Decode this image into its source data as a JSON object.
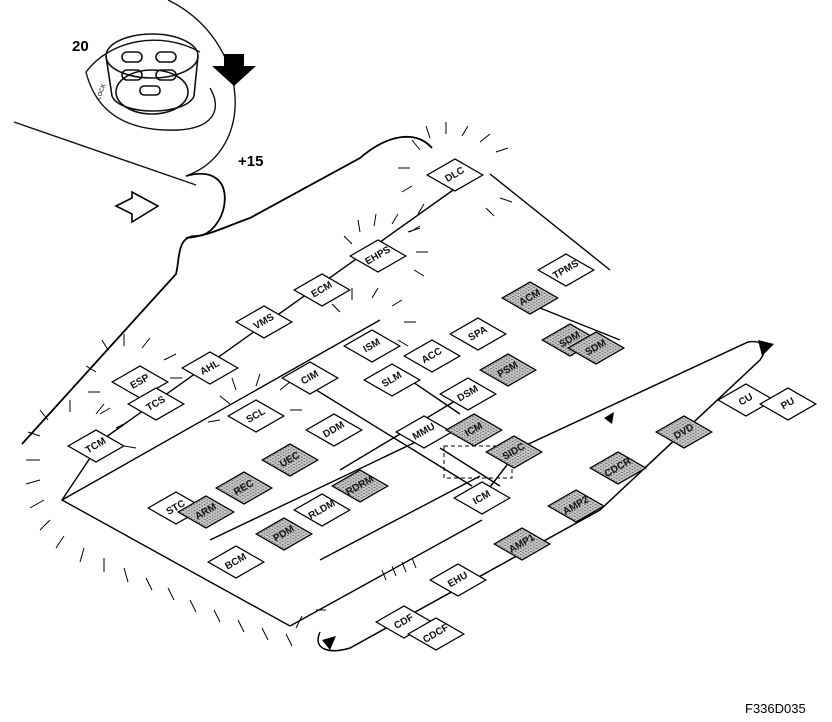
{
  "ignition": {
    "position_label": "20",
    "lock_label": "LOCK",
    "power_label": "+15"
  },
  "figure_id": "F336D035",
  "modules": [
    {
      "id": "dlc",
      "label": "DLC",
      "shaded": false
    },
    {
      "id": "ehps",
      "label": "EHPS",
      "shaded": false
    },
    {
      "id": "ecm",
      "label": "ECM",
      "shaded": false
    },
    {
      "id": "vms",
      "label": "VMS",
      "shaded": false
    },
    {
      "id": "ahl",
      "label": "AHL",
      "shaded": false
    },
    {
      "id": "esp",
      "label": "ESP",
      "shaded": false
    },
    {
      "id": "tcs",
      "label": "TCS",
      "shaded": false
    },
    {
      "id": "tcm",
      "label": "TCM",
      "shaded": false
    },
    {
      "id": "cim",
      "label": "CIM",
      "shaded": false
    },
    {
      "id": "ism",
      "label": "ISM",
      "shaded": false
    },
    {
      "id": "tpms",
      "label": "TPMS",
      "shaded": false
    },
    {
      "id": "acm",
      "label": "ACM",
      "shaded": true
    },
    {
      "id": "spa",
      "label": "SPA",
      "shaded": false
    },
    {
      "id": "acc",
      "label": "ACC",
      "shaded": false
    },
    {
      "id": "slm",
      "label": "SLM",
      "shaded": false
    },
    {
      "id": "sdm1",
      "label": "SDM",
      "shaded": true
    },
    {
      "id": "sdm2",
      "label": "SDM",
      "shaded": true
    },
    {
      "id": "psm",
      "label": "PSM",
      "shaded": true
    },
    {
      "id": "dsm",
      "label": "DSM",
      "shaded": false
    },
    {
      "id": "scl",
      "label": "SCL",
      "shaded": false
    },
    {
      "id": "ddm",
      "label": "DDM",
      "shaded": false
    },
    {
      "id": "mmu",
      "label": "MMU",
      "shaded": false
    },
    {
      "id": "icm_shaded",
      "label": "ICM",
      "shaded": true
    },
    {
      "id": "sidc",
      "label": "SIDC",
      "shaded": true
    },
    {
      "id": "uec",
      "label": "UEC",
      "shaded": true
    },
    {
      "id": "rdrm",
      "label": "RDRM",
      "shaded": true
    },
    {
      "id": "stc",
      "label": "STC",
      "shaded": false
    },
    {
      "id": "arm",
      "label": "ARM",
      "shaded": true
    },
    {
      "id": "rec",
      "label": "REC",
      "shaded": true
    },
    {
      "id": "rldm",
      "label": "RLDM",
      "shaded": false
    },
    {
      "id": "bcm",
      "label": "BCM",
      "shaded": false
    },
    {
      "id": "pdm",
      "label": "PDM",
      "shaded": true
    },
    {
      "id": "icm",
      "label": "ICM",
      "shaded": false
    },
    {
      "id": "amp2",
      "label": "AMP2",
      "shaded": true
    },
    {
      "id": "amp1",
      "label": "AMP1",
      "shaded": true
    },
    {
      "id": "cdcr",
      "label": "CDCR",
      "shaded": true
    },
    {
      "id": "dvd",
      "label": "DVD",
      "shaded": true
    },
    {
      "id": "cu",
      "label": "CU",
      "shaded": false
    },
    {
      "id": "pu",
      "label": "PU",
      "shaded": false
    },
    {
      "id": "ehu",
      "label": "EHU",
      "shaded": false
    },
    {
      "id": "cdf",
      "label": "CDF",
      "shaded": false
    },
    {
      "id": "cdcf",
      "label": "CDCF",
      "shaded": false
    }
  ]
}
